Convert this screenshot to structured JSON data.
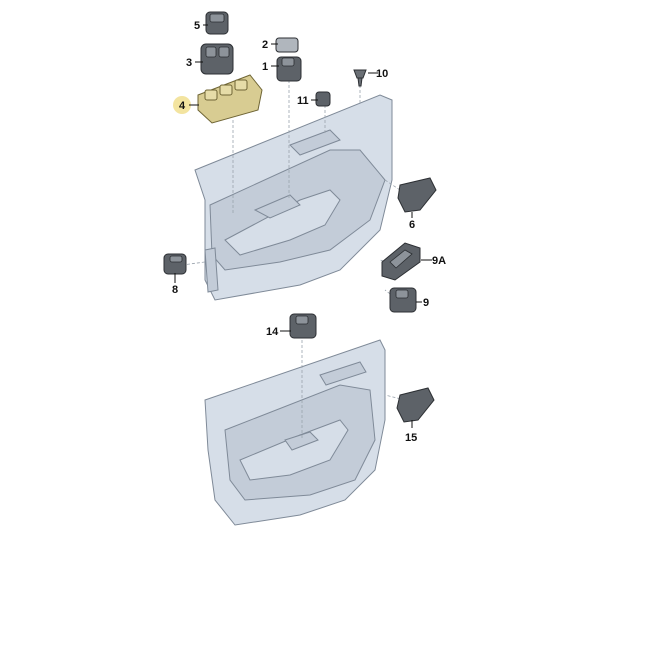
{
  "diagram": {
    "parts": [
      {
        "id": "5",
        "label": "5"
      },
      {
        "id": "2",
        "label": "2"
      },
      {
        "id": "3",
        "label": "3"
      },
      {
        "id": "1",
        "label": "1"
      },
      {
        "id": "10",
        "label": "10"
      },
      {
        "id": "4",
        "label": "4",
        "highlighted": true
      },
      {
        "id": "11",
        "label": "11"
      },
      {
        "id": "6",
        "label": "6"
      },
      {
        "id": "9A",
        "label": "9A"
      },
      {
        "id": "8",
        "label": "8"
      },
      {
        "id": "9",
        "label": "9"
      },
      {
        "id": "14",
        "label": "14"
      },
      {
        "id": "15",
        "label": "15"
      }
    ],
    "colors": {
      "highlight": "#f3e4a0",
      "part4": "#d8cc92",
      "panel": "#d6dee8",
      "switch": "#5d6268"
    }
  }
}
